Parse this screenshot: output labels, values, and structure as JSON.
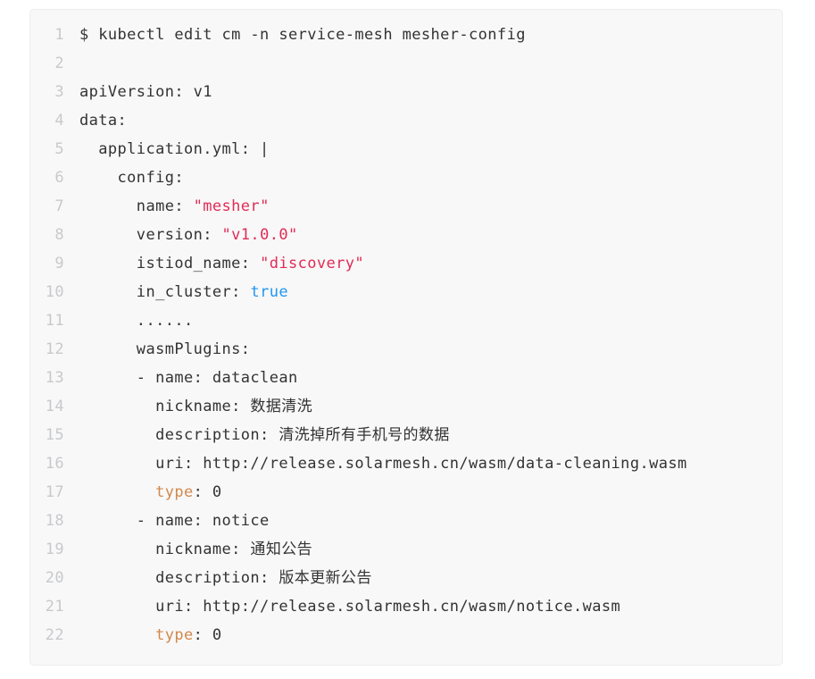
{
  "page": {
    "background": "#ffffff"
  },
  "code_block": {
    "background": "#f8f8f8",
    "border_color": "#eeeeee",
    "colors": {
      "plain": "#333333",
      "line_number": "#c8c9cc",
      "string": "#e12b56",
      "boolean": "#2196f3",
      "keyword": "#d2884b"
    },
    "lines": [
      {
        "num": "1",
        "segments": [
          {
            "text": "$ kubectl edit cm -n service-mesh mesher-config",
            "type": "plain"
          }
        ]
      },
      {
        "num": "2",
        "segments": []
      },
      {
        "num": "3",
        "segments": [
          {
            "text": "apiVersion: v1",
            "type": "plain"
          }
        ]
      },
      {
        "num": "4",
        "segments": [
          {
            "text": "data:",
            "type": "plain"
          }
        ]
      },
      {
        "num": "5",
        "segments": [
          {
            "text": "  application.yml: |",
            "type": "plain"
          }
        ]
      },
      {
        "num": "6",
        "segments": [
          {
            "text": "    config:",
            "type": "plain"
          }
        ]
      },
      {
        "num": "7",
        "segments": [
          {
            "text": "      name: ",
            "type": "plain"
          },
          {
            "text": "\"mesher\"",
            "type": "string"
          }
        ]
      },
      {
        "num": "8",
        "segments": [
          {
            "text": "      version: ",
            "type": "plain"
          },
          {
            "text": "\"v1.0.0\"",
            "type": "string"
          }
        ]
      },
      {
        "num": "9",
        "segments": [
          {
            "text": "      istiod_name: ",
            "type": "plain"
          },
          {
            "text": "\"discovery\"",
            "type": "string"
          }
        ]
      },
      {
        "num": "10",
        "segments": [
          {
            "text": "      in_cluster: ",
            "type": "plain"
          },
          {
            "text": "true",
            "type": "boolean"
          }
        ]
      },
      {
        "num": "11",
        "segments": [
          {
            "text": "      ......",
            "type": "plain"
          }
        ]
      },
      {
        "num": "12",
        "segments": [
          {
            "text": "      wasmPlugins:",
            "type": "plain"
          }
        ]
      },
      {
        "num": "13",
        "segments": [
          {
            "text": "      - name: dataclean",
            "type": "plain"
          }
        ]
      },
      {
        "num": "14",
        "segments": [
          {
            "text": "        nickname: 数据清洗",
            "type": "plain"
          }
        ]
      },
      {
        "num": "15",
        "segments": [
          {
            "text": "        description: 清洗掉所有手机号的数据",
            "type": "plain"
          }
        ]
      },
      {
        "num": "16",
        "segments": [
          {
            "text": "        uri: http://release.solarmesh.cn/wasm/data-cleaning.wasm",
            "type": "plain"
          }
        ]
      },
      {
        "num": "17",
        "segments": [
          {
            "text": "        ",
            "type": "plain"
          },
          {
            "text": "type",
            "type": "keyword"
          },
          {
            "text": ": 0",
            "type": "plain"
          }
        ]
      },
      {
        "num": "18",
        "segments": [
          {
            "text": "      - name: notice",
            "type": "plain"
          }
        ]
      },
      {
        "num": "19",
        "segments": [
          {
            "text": "        nickname: 通知公告",
            "type": "plain"
          }
        ]
      },
      {
        "num": "20",
        "segments": [
          {
            "text": "        description: 版本更新公告",
            "type": "plain"
          }
        ]
      },
      {
        "num": "21",
        "segments": [
          {
            "text": "        uri: http://release.solarmesh.cn/wasm/notice.wasm",
            "type": "plain"
          }
        ]
      },
      {
        "num": "22",
        "segments": [
          {
            "text": "        ",
            "type": "plain"
          },
          {
            "text": "type",
            "type": "keyword"
          },
          {
            "text": ": 0",
            "type": "plain"
          }
        ]
      }
    ]
  }
}
